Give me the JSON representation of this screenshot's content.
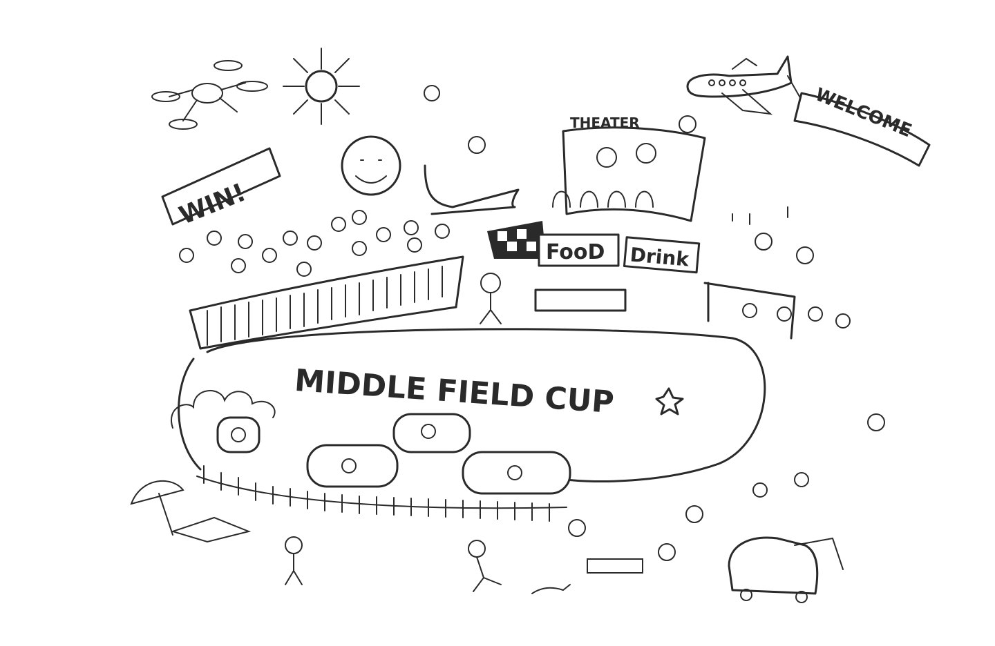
{
  "illustration": {
    "win_banner": "WIN!",
    "theater_sign": "THEATER",
    "welcome_banner": "WELCOME",
    "food_stall": "FooD",
    "drink_stall": "Drink",
    "track_title": "MIDDLE FIELD CUP"
  }
}
